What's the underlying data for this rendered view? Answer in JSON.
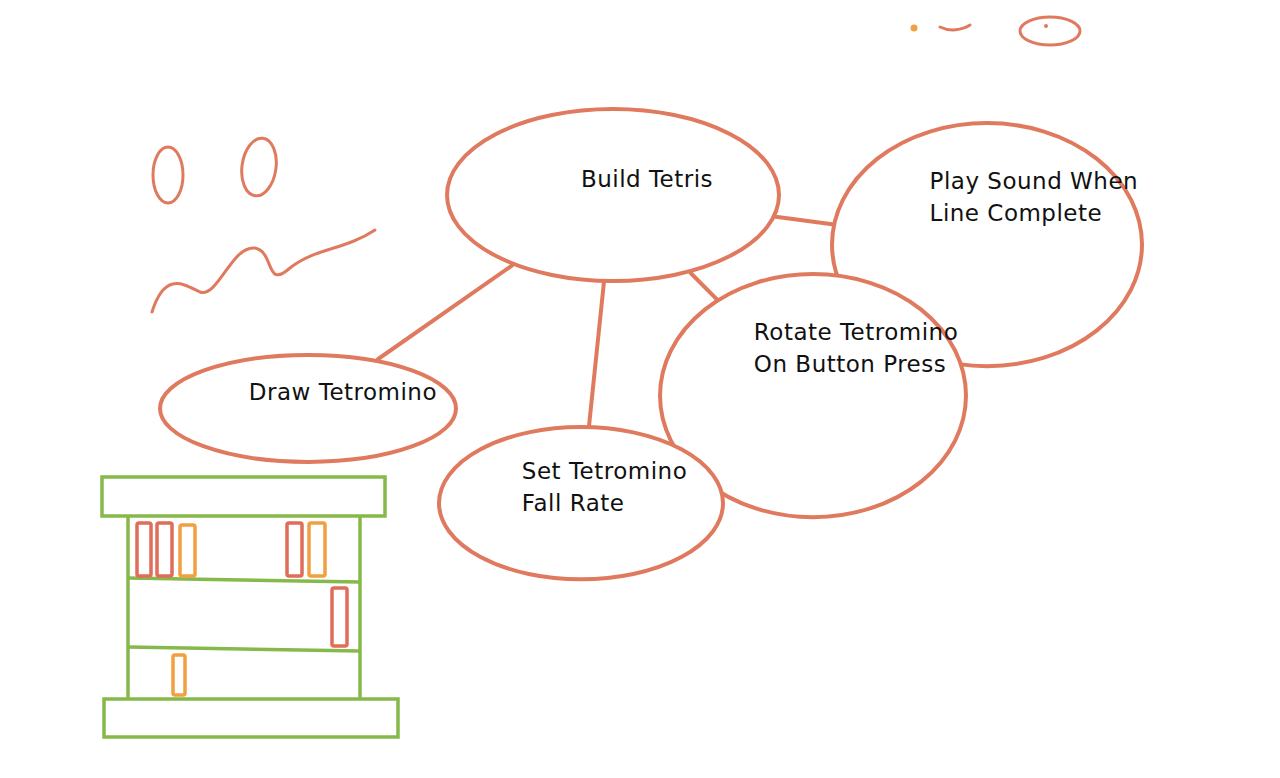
{
  "diagram": {
    "nodes": [
      {
        "text": [
          "Build Tetris"
        ]
      },
      {
        "text": [
          "Play Sound When Line Complete"
        ]
      },
      {
        "text": [
          "Rotate Tetromino On Button Press"
        ]
      },
      {
        "text": [
          "Draw Tetromino"
        ]
      },
      {
        "text": [
          "Set Tetromino Fall Rate"
        ]
      }
    ],
    "edges": [
      {
        "from": 0,
        "to": 1,
        "arrow": "none"
      },
      {
        "from": 0,
        "to": 2,
        "arrow": "none"
      },
      {
        "from": 0,
        "to": 3,
        "arrow": "none"
      },
      {
        "from": 0,
        "to": 4,
        "arrow": "none"
      }
    ]
  }
}
